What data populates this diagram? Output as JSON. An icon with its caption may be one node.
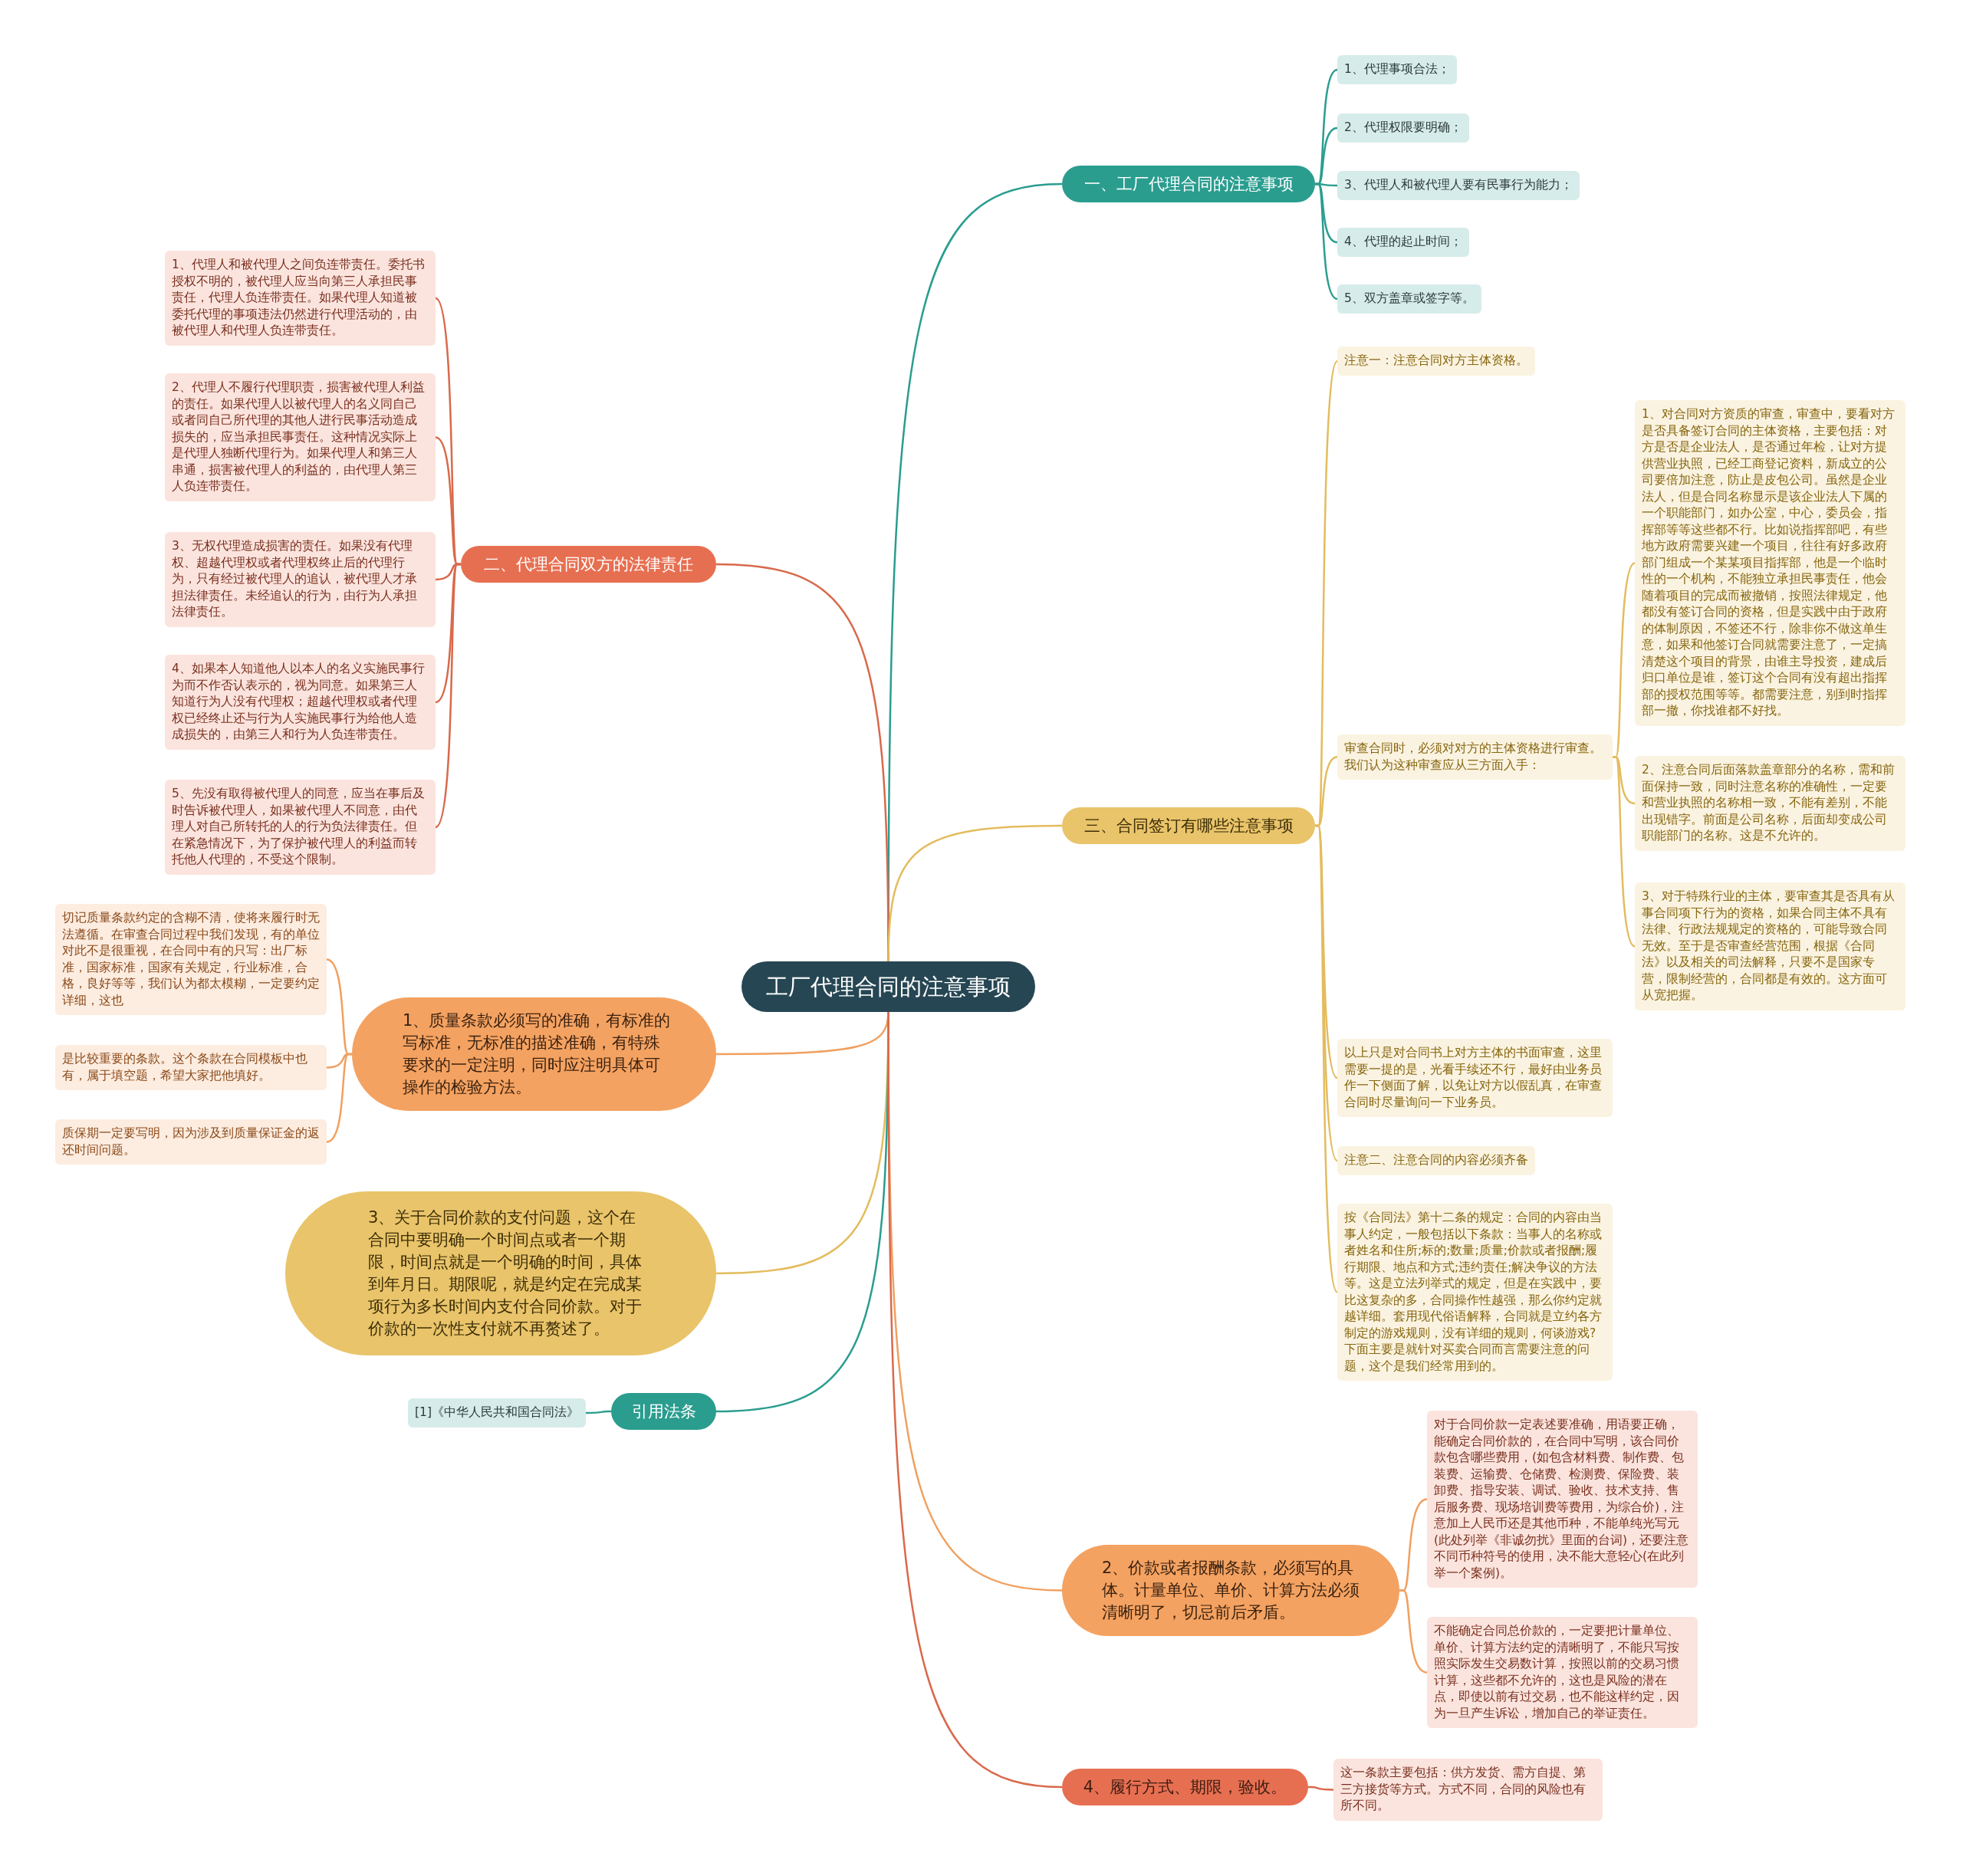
{
  "diagram": {
    "nodes": [
      {
        "text": [
          "工厂代理合同的注意事项"
        ]
      },
      {
        "text": [
          "一、工厂代理合同的注意事项"
        ]
      },
      {
        "text": [
          "1、代理事项合法；"
        ]
      },
      {
        "text": [
          "2、代理权限要明确；"
        ]
      },
      {
        "text": [
          "3、代理人和被代理人要有民事行为能力；"
        ]
      },
      {
        "text": [
          "4、代理的起止时间；"
        ]
      },
      {
        "text": [
          "5、双方盖章或签字等。"
        ]
      },
      {
        "text": [
          "二、代理合同双方的法律责任"
        ]
      },
      {
        "text": [
          "1、代理人和被代理人之间负连带责任。委托书授权不明的，被代理人应当向第三人承担民事责任，代理人负连带责任。如果代理人知道被委托代理的事项违法仍然进行代理活动的，由被代理人和代理人负连带责任。"
        ]
      },
      {
        "text": [
          "2、代理人不履行代理职责，损害被代理人利益的责任。如果代理人以被代理人的名义同自己或者同自己所代理的其他人进行民事活动造成损失的，应当承担民事责任。这种情况实际上是代理人独断代理行为。如果代理人和第三人串通，损害被代理人的利益的，由代理人第三人负连带责任。"
        ]
      },
      {
        "text": [
          "3、无权代理造成损害的责任。如果没有代理权、超越代理权或者代理权终止后的代理行为，只有经过被代理人的追认，被代理人才承担法律责任。未经追认的行为，由行为人承担法律责任。"
        ]
      },
      {
        "text": [
          "4、如果本人知道他人以本人的名义实施民事行为而不作否认表示的，视为同意。如果第三人知道行为人没有代理权；超越代理权或者代理权已经终止还与行为人实施民事行为给他人造成损失的，由第三人和行为人负连带责任。"
        ]
      },
      {
        "text": [
          "5、先没有取得被代理人的同意，应当在事后及时告诉被代理人，如果被代理人不同意，由代理人对自己所转托的人的行为负法律责任。但在紧急情况下，为了保护被代理人的利益而转托他人代理的，不受这个限制。"
        ]
      },
      {
        "text": [
          "三、合同签订有哪些注意事项"
        ]
      },
      {
        "text": [
          "注意一：注意合同对方主体资格。"
        ]
      },
      {
        "text": [
          "审查合同时，必须对对方的主体资格进行审查。我们认为这种审查应从三方面入手："
        ]
      },
      {
        "text": [
          "1、对合同对方资质的审查，审查中，要看对方是否具备签订合同的主体资格，主要包括：对方是否是企业法人，是否通过年检，让对方提供营业执照，已经工商登记资料，新成立的公司要倍加注意，防止是皮包公司。虽然是企业法人，但是合同名称显示是该企业法人下属的一个职能部门，如办公室，中心，委员会，指挥部等等这些都不行。比如说指挥部吧，有些地方政府需要兴建一个项目，往往有好多政府部门组成一个某某项目指挥部，他是一个临时性的一个机构，不能独立承担民事责任，他会随着项目的完成而被撤销，按照法律规定，他都没有签订合同的资格，但是实践中由于政府的体制原因，不签还不行，除非你不做这单生意，如果和他签订合同就需要注意了，一定搞清楚这个项目的背景，由谁主导投资，建成后归口单位是谁，签订这个合同有没有超出指挥部的授权范围等等。都需要注意，别到时指挥部一撤，你找谁都不好找。"
        ]
      },
      {
        "text": [
          "2、注意合同后面落款盖章部分的名称，需和前面保持一致，同时注意名称的准确性，一定要和营业执照的名称相一致，不能有差别，不能出现错字。前面是公司名称，后面却变成公司职能部门的名称。这是不允许的。"
        ]
      },
      {
        "text": [
          "3、对于特殊行业的主体，要审查其是否具有从事合同项下行为的资格，如果合同主体不具有法律、行政法规规定的资格的，可能导致合同无效。至于是否审查经营范围，根据《合同法》以及相关的司法解释，只要不是国家专营，限制经营的，合同都是有效的。这方面可从宽把握。"
        ]
      },
      {
        "text": [
          "以上只是对合同书上对方主体的书面审查，这里需要一提的是，光看手续还不行，最好由业务员作一下侧面了解，以免让对方以假乱真，在审查合同时尽量询问一下业务员。"
        ]
      },
      {
        "text": [
          "注意二、注意合同的内容必须齐备"
        ]
      },
      {
        "text": [
          "按《合同法》第十二条的规定：合同的内容由当事人约定，一般包括以下条款：当事人的名称或者姓名和住所;标的;数量;质量;价款或者报酬;履行期限、地点和方式;违约责任;解决争议的方法等。这是立法列举式的规定，但是在实践中，要比这复杂的多，合同操作性越强，那么你约定就越详细。套用现代俗语解释，合同就是立约各方制定的游戏规则，没有详细的规则，何谈游戏? 下面主要是就针对买卖合同而言需要注意的问题，这个是我们经常用到的。"
        ]
      },
      {
        "text": [
          "1、质量条款必须写的准确，有标准的写标准，无标准的描述准确，有特殊要求的一定注明，同时应注明具体可操作的检验方法。"
        ]
      },
      {
        "text": [
          "切记质量条款约定的含糊不清，使将来履行时无法遵循。在审查合同过程中我们发现，有的单位对此不是很重视，在合同中有的只写：出厂标准，国家标准，国家有关规定，行业标准，合格，良好等等，我们认为都太模糊，一定要约定详细，这也"
        ]
      },
      {
        "text": [
          "是比较重要的条款。这个条款在合同模板中也有，属于填空题，希望大家把他填好。"
        ]
      },
      {
        "text": [
          "质保期一定要写明，因为涉及到质量保证金的返还时间问题。"
        ]
      },
      {
        "text": [
          "3、关于合同价款的支付问题，这个在合同中要明确一个时间点或者一个期限，时间点就是一个明确的时间，具体到年月日。期限呢，就是约定在完成某项行为多长时间内支付合同价款。对于价款的一次性支付就不再赘述了。"
        ]
      },
      {
        "text": [
          "引用法条"
        ]
      },
      {
        "text": [
          "[1]《中华人民共和国合同法》"
        ]
      },
      {
        "text": [
          "2、价款或者报酬条款，必须写的具体。计量单位、单价、计算方法必须清晰明了，切忌前后矛盾。"
        ]
      },
      {
        "text": [
          "对于合同价款一定表述要准确，用语要正确，能确定合同价款的，在合同中写明，该合同价款包含哪些费用，(如包含材料费、制作费、包装费、运输费、仓储费、检测费、保险费、装卸费、指导安装、调试、验收、技术支持、售后服务费、现场培训费等费用，为综合价)，注意加上人民币还是其他币种，不能单纯光写元(此处列举《非诚勿扰》里面的台词)，还要注意不同币种符号的使用，决不能大意轻心(在此列举一个案例)。"
        ]
      },
      {
        "text": [
          "不能确定合同总价款的，一定要把计量单位、单价、计算方法约定的清晰明了，不能只写按照实际发生交易数计算，按照以前的交易习惯计算，这些都不允许的，这也是风险的潜在点，即使以前有过交易，也不能这样约定，因为一旦产生诉讼，增加自己的举证责任。"
        ]
      },
      {
        "text": [
          "4、履行方式、期限，验收。"
        ]
      },
      {
        "text": [
          "这一条款主要包括：供方发货、需方自提、第三方接货等方式。方式不同，合同的风险也有所不同。"
        ]
      }
    ],
    "edges": [
      {
        "from": 0,
        "to": 1,
        "arrow": "none",
        "color": "#2a9d8f"
      },
      {
        "from": 1,
        "to": 2,
        "arrow": "none",
        "color": "#2a9d8f"
      },
      {
        "from": 1,
        "to": 3,
        "arrow": "none",
        "color": "#2a9d8f"
      },
      {
        "from": 1,
        "to": 4,
        "arrow": "none",
        "color": "#2a9d8f"
      },
      {
        "from": 1,
        "to": 5,
        "arrow": "none",
        "color": "#2a9d8f"
      },
      {
        "from": 1,
        "to": 6,
        "arrow": "none",
        "color": "#2a9d8f"
      },
      {
        "from": 0,
        "to": 7,
        "arrow": "none",
        "color": "#d9694c"
      },
      {
        "from": 7,
        "to": 8,
        "arrow": "none",
        "color": "#d9694c"
      },
      {
        "from": 7,
        "to": 9,
        "arrow": "none",
        "color": "#d9694c"
      },
      {
        "from": 7,
        "to": 10,
        "arrow": "none",
        "color": "#d9694c"
      },
      {
        "from": 7,
        "to": 11,
        "arrow": "none",
        "color": "#d9694c"
      },
      {
        "from": 7,
        "to": 12,
        "arrow": "none",
        "color": "#d9694c"
      },
      {
        "from": 0,
        "to": 13,
        "arrow": "none"
      },
      {
        "from": 13,
        "to": 14,
        "arrow": "none"
      },
      {
        "from": 13,
        "to": 15,
        "arrow": "none"
      },
      {
        "from": 15,
        "to": 16,
        "arrow": "none"
      },
      {
        "from": 15,
        "to": 17,
        "arrow": "none"
      },
      {
        "from": 15,
        "to": 18,
        "arrow": "none"
      },
      {
        "from": 13,
        "to": 19,
        "arrow": "none"
      },
      {
        "from": 13,
        "to": 20,
        "arrow": "none"
      },
      {
        "from": 13,
        "to": 21,
        "arrow": "none"
      },
      {
        "from": 0,
        "to": 22,
        "arrow": "none",
        "color": "#f0a060"
      },
      {
        "from": 22,
        "to": 23,
        "arrow": "none",
        "color": "#f0a060"
      },
      {
        "from": 22,
        "to": 24,
        "arrow": "none",
        "color": "#f0a060"
      },
      {
        "from": 22,
        "to": 25,
        "arrow": "none",
        "color": "#f0a060"
      },
      {
        "from": 0,
        "to": 26,
        "arrow": "none"
      },
      {
        "from": 0,
        "to": 27,
        "arrow": "none",
        "color": "#2a9d8f"
      },
      {
        "from": 27,
        "to": 28,
        "arrow": "none",
        "color": "#2a9d8f"
      },
      {
        "from": 0,
        "to": 29,
        "arrow": "none",
        "color": "#f0a060"
      },
      {
        "from": 29,
        "to": 30,
        "arrow": "none",
        "color": "#f0a060"
      },
      {
        "from": 29,
        "to": 31,
        "arrow": "none",
        "color": "#f0a060"
      },
      {
        "from": 0,
        "to": 32,
        "arrow": "none",
        "color": "#d9694c"
      },
      {
        "from": 32,
        "to": 33,
        "arrow": "none",
        "color": "#d9694c"
      }
    ]
  }
}
